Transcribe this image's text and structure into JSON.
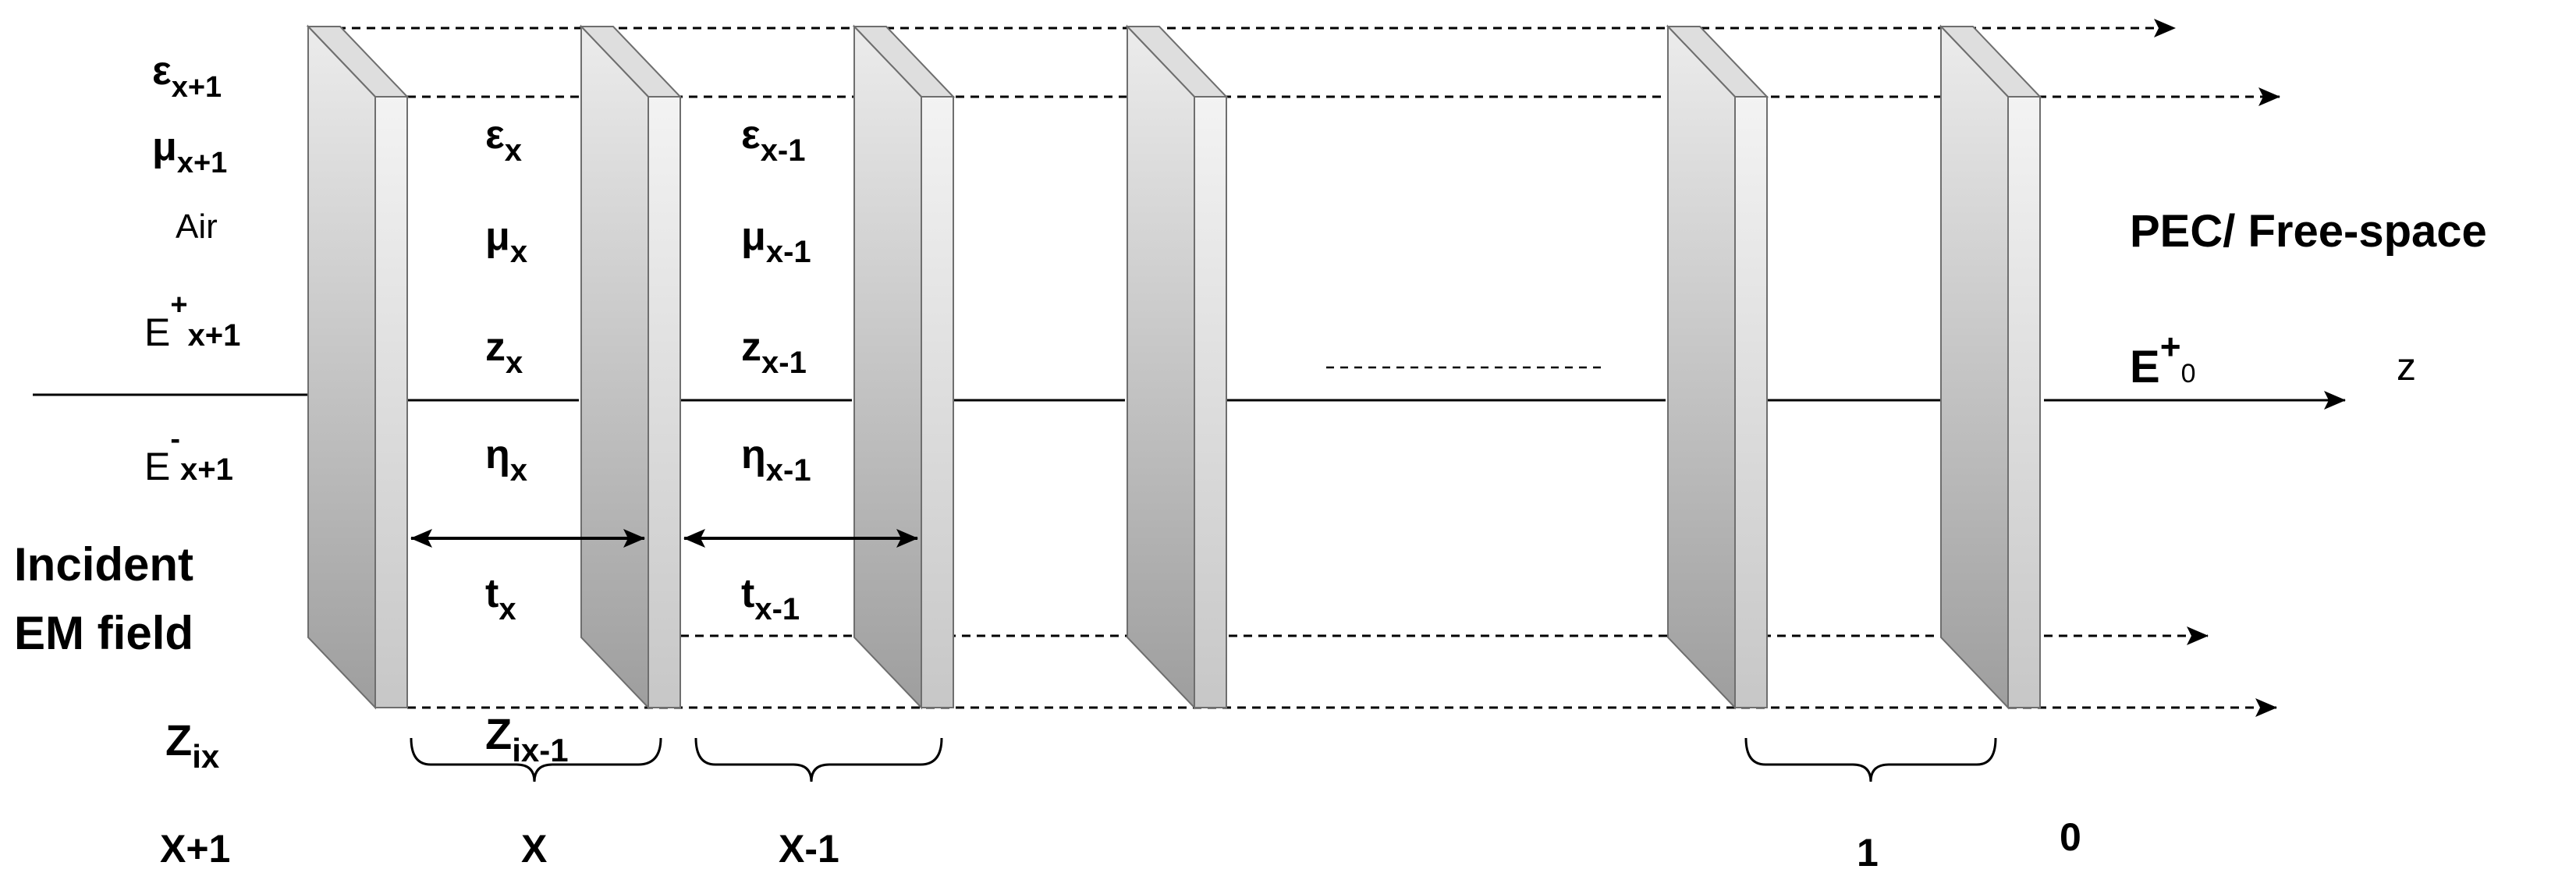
{
  "labels": {
    "eps_x1": "ε",
    "eps_x1_sub": "x+1",
    "mu_x1": "μ",
    "mu_x1_sub": "x+1",
    "air": "Air",
    "ep_x1": "E",
    "ep_x1_sup": "+",
    "ep_x1_sub": "x+1",
    "em_x1": "E",
    "em_x1_sup": "-",
    "em_x1_sub": "x+1",
    "incident_1": "Incident",
    "incident_2": "EM field",
    "zix": "Z",
    "zix_sub": "ix",
    "eps_x": "ε",
    "eps_x_sub": "x",
    "mu_x": "μ",
    "mu_x_sub": "x",
    "z_x": "z",
    "z_x_sub": "x",
    "eta_x": "η",
    "eta_x_sub": "x",
    "t_x": "t",
    "t_x_sub": "x",
    "zix1": "Z",
    "zix1_sub": "ix-1",
    "eps_xm1": "ε",
    "eps_xm1_sub": "x-1",
    "mu_xm1": "μ",
    "mu_xm1_sub": "x-1",
    "z_xm1": "z",
    "z_xm1_sub": "x-1",
    "eta_xm1": "η",
    "eta_xm1_sub": "x-1",
    "t_xm1": "t",
    "t_xm1_sub": "x-1",
    "pec": "PEC/ Free-space",
    "e0": "E",
    "e0_sup": "+",
    "e0_sub": "0",
    "zaxis": "z",
    "layer_xp1": "X+1",
    "layer_x": "X",
    "layer_xm1": "X-1",
    "layer_1": "1",
    "layer_0": "0"
  }
}
